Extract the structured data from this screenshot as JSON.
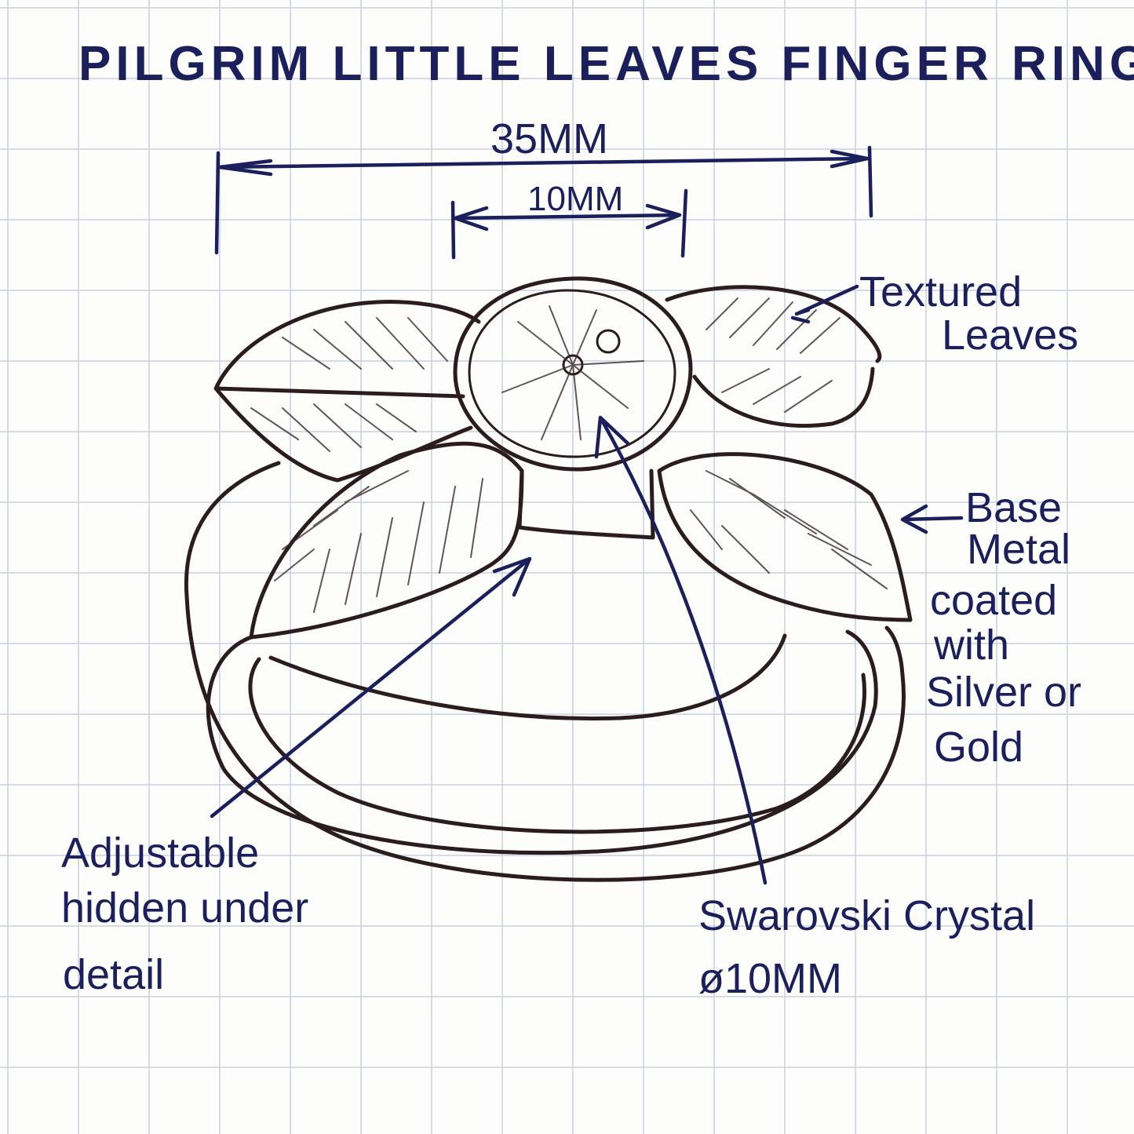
{
  "title": "PILGRIM LITTLE LEAVES FINGER RING",
  "dimensions": {
    "overall": "35MM",
    "crystal": "10MM"
  },
  "annotations": {
    "textured_leaves": [
      "Textured",
      "Leaves"
    ],
    "base_metal": [
      "Base",
      "Metal",
      "coated",
      "with",
      "Silver or",
      "Gold"
    ],
    "adjustable": [
      "Adjustable",
      "hidden under",
      "detail"
    ],
    "crystal": [
      "Swarovski Crystal",
      "ø10MM"
    ]
  },
  "colors": {
    "ink": "#1b1f5c",
    "sketch": "#2b1d1d",
    "grid": "#c9d0e2"
  }
}
